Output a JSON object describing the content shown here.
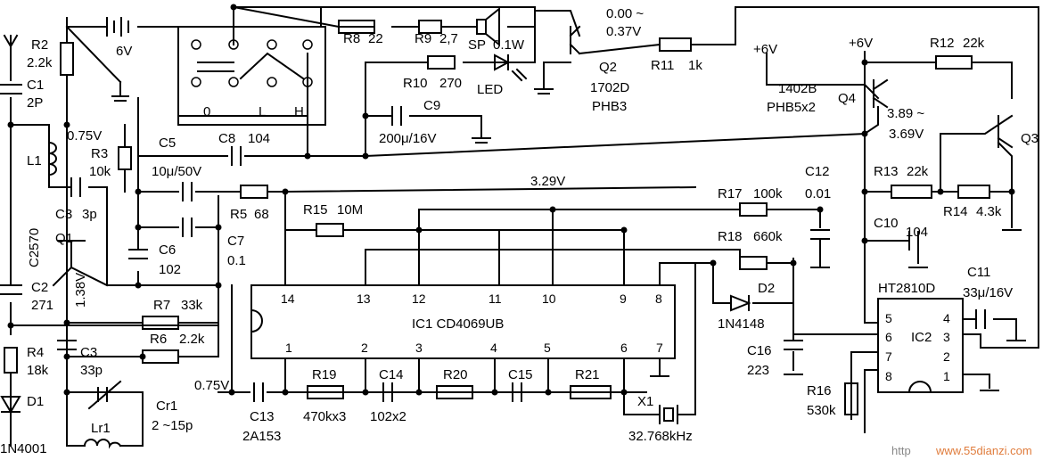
{
  "labels": {
    "r2": "R2",
    "r2v": "2.2k",
    "c1": "C1",
    "c1v": "2P",
    "v075a": "0.75V",
    "r3": "R3",
    "r3v": "10k",
    "l1": "L1",
    "c3a": "C3",
    "c3av": "3p",
    "q1": "Q1",
    "q1t": "C2570",
    "v138": "1.38V",
    "c2": "C2",
    "c2v": "271",
    "r4": "R4",
    "r4v": "18k",
    "d1": "D1",
    "d1t": "1N4001",
    "c3b": "C3",
    "c3bv": "33p",
    "cr1": "Cr1",
    "cr1v": "2 ~15p",
    "lr1": "Lr1",
    "bat": "6V",
    "sw0": "0",
    "swL": "L",
    "swH": "H",
    "r8": "R8",
    "r8v": "22",
    "r9": "R9",
    "r9v": "2,7",
    "sp": "SP",
    "spv": "0.1W",
    "led": "LED",
    "r10": "R10",
    "r10v": "270",
    "c9": "C9",
    "c9v": "200μ/16V",
    "q2v": "0.00 ~",
    "q2v2": "0.37V",
    "r11": "R11",
    "r11v": "1k",
    "q2": "Q2",
    "q2t": "1702D",
    "q2t2": "PHB3",
    "p6v_a": "+6V",
    "p6v_b": "+6V",
    "r12": "R12",
    "r12v": "22k",
    "q4t": "1402B",
    "q4t2": "PHB5x2",
    "q4": "Q4",
    "q4v": "3.89 ~",
    "q4v2": "3.69V",
    "q3": "Q3",
    "c5": "C5",
    "c5v": "10μ/50V",
    "c8": "C8",
    "c8v": "104",
    "v329": "3.29V",
    "c12": "C12",
    "c12v": "0.01",
    "r17": "R17",
    "r17v": "100k",
    "r13": "R13",
    "r13v": "22k",
    "r14": "R14",
    "r14v": "4.3k",
    "r5": "R5",
    "r5v": "68",
    "r15": "R15",
    "r15v": "10M",
    "c6": "C6",
    "c6v": "102",
    "c7": "C7",
    "c7v": "0.1",
    "r18": "R18",
    "r18v": "660k",
    "c10": "C10",
    "c10v": "104",
    "c11": "C11",
    "c11v": "33μ/16V",
    "ht": "HT2810D",
    "d2": "D2",
    "d2t": "1N4148",
    "ic1": "IC1  CD4069UB",
    "ic2": "IC2",
    "r7": "R7",
    "r7v": "33k",
    "r6": "R6",
    "r6v": "2.2k",
    "c16": "C16",
    "c16v": "223",
    "r16": "R16",
    "r16v": "530k",
    "v075b": "0.75V",
    "c13": "C13",
    "c13v": "2A153",
    "r19": "R19",
    "r19v": "470kx3",
    "c14": "C14",
    "c14v": "102x2",
    "r20": "R20",
    "c15": "C15",
    "r21": "R21",
    "x1": "X1",
    "x1v": "32.768kHz",
    "wm_http": "http",
    "wm_site": "www.55dianzi.com"
  },
  "ic1_pins": {
    "p14": "14",
    "p13": "13",
    "p12": "12",
    "p11": "11",
    "p10": "10",
    "p9": "9",
    "p8": "8",
    "p1": "1",
    "p2": "2",
    "p3": "3",
    "p4": "4",
    "p5": "5",
    "p6": "6",
    "p7": "7"
  },
  "ic2_pins": {
    "p5": "5",
    "p6": "6",
    "p7": "7",
    "p8": "8",
    "p4": "4",
    "p3": "3",
    "p2": "2",
    "p1": "1"
  }
}
